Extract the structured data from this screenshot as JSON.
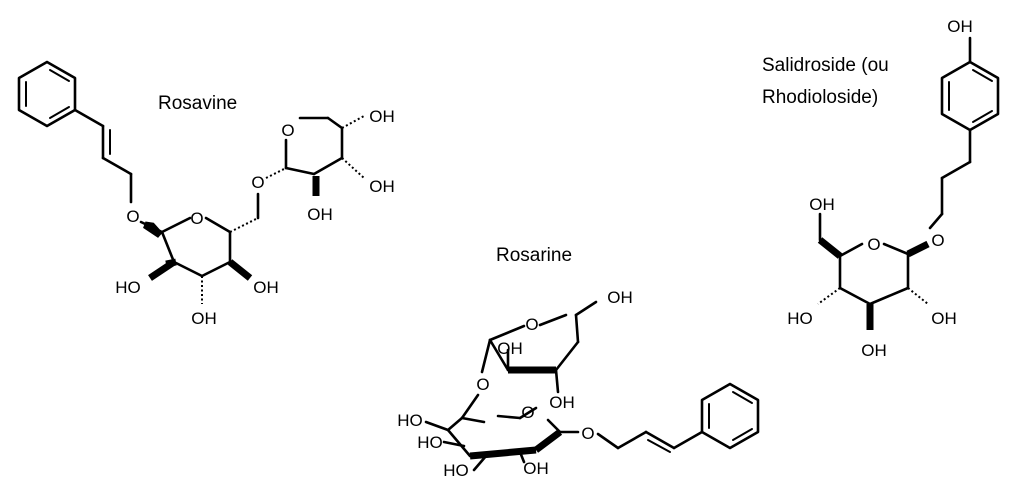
{
  "molecules": {
    "rosavine": {
      "name": "Rosavine",
      "labels": {
        "o_ring1": "O",
        "o_ring2": "O",
        "o_link1": "O",
        "o_link2": "O",
        "oh_a": "OH",
        "oh_b": "OH",
        "oh_c": "OH",
        "ho_d": "HO",
        "oh_e": "OH",
        "oh_f": "OH"
      }
    },
    "rosarine": {
      "name": "Rosarine",
      "labels": {
        "oh_top": "OH",
        "o_furan": "O",
        "oh_mid": "OH",
        "oh_low": "OH",
        "o_link": "O",
        "ho_a": "HO",
        "o_pyr": "O",
        "o_ether": "O",
        "ho_b": "HO",
        "ho_c": "HO",
        "oh_d": "OH"
      }
    },
    "salidroside": {
      "name_line1": "Salidroside (ou",
      "name_line2": "Rhodioloside)",
      "labels": {
        "oh_phenol": "OH",
        "oh_ch2": "OH",
        "o_ring": "O",
        "o_ether": "O",
        "ho_a": "HO",
        "oh_b": "OH",
        "oh_c": "OH"
      }
    }
  }
}
